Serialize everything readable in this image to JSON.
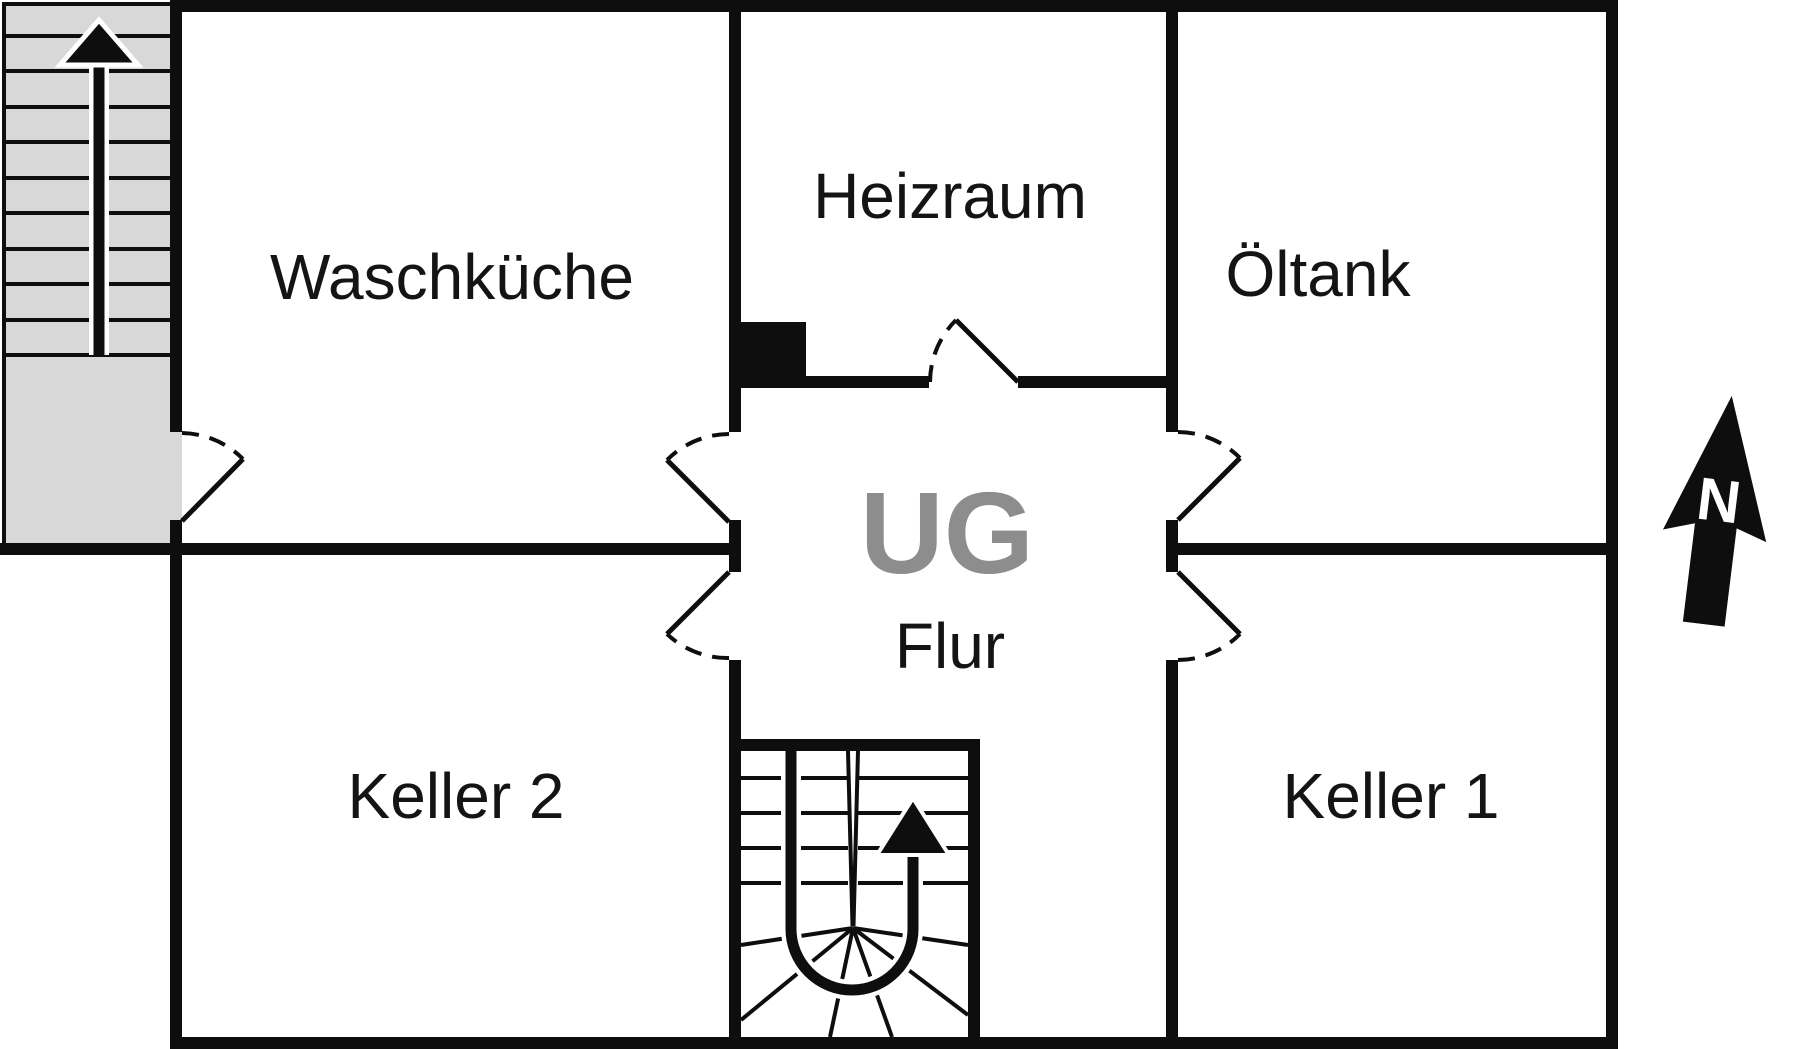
{
  "plan": {
    "level_label": "UG",
    "hall_label": "Flur",
    "rooms": [
      {
        "id": "waschkueche",
        "label": "Waschküche"
      },
      {
        "id": "heizraum",
        "label": "Heizraum"
      },
      {
        "id": "oeltank",
        "label": "Öltank"
      },
      {
        "id": "keller2",
        "label": "Keller 2"
      },
      {
        "id": "keller1",
        "label": "Keller 1"
      }
    ],
    "compass": {
      "north_label": "N"
    },
    "icons": {
      "stairs-up-arrow-icon": "↑",
      "stairs-u-turn-arrow-icon": "⮍",
      "north-arrow-icon": "➤"
    },
    "colors": {
      "wall": "#0e0e0e",
      "stair_fill": "#d8d8d8",
      "label_text": "#141414",
      "level_text": "#8d8d8d",
      "north_letter": "#ffffff",
      "background": "#ffffff"
    }
  }
}
